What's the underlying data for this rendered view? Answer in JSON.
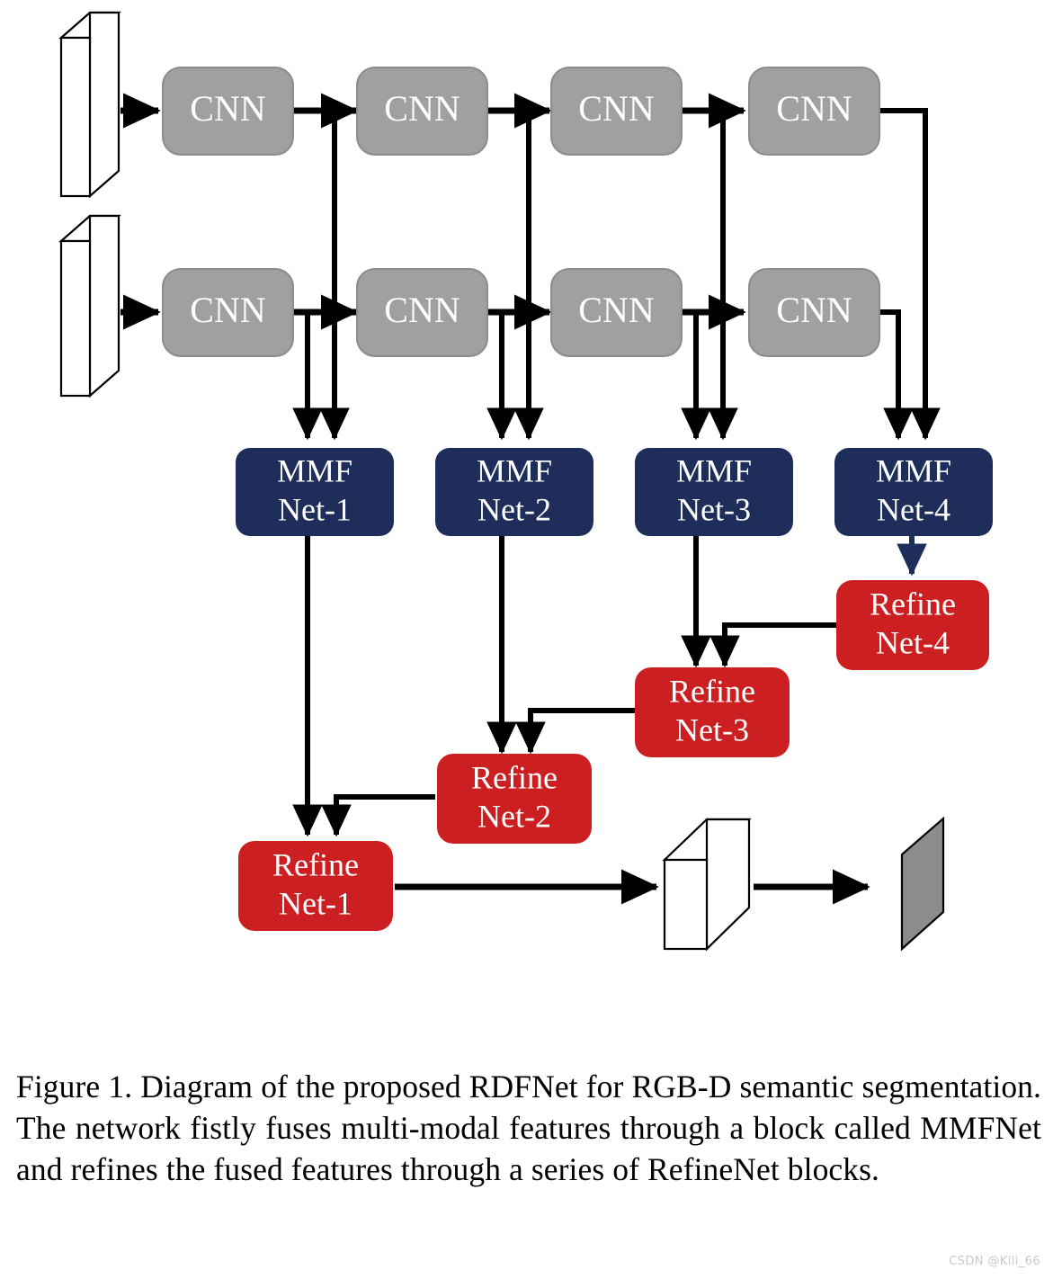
{
  "figure": {
    "caption": "Figure 1. Diagram of the proposed RDFNet for RGB-D semantic segmentation. The network fistly fuses multi-modal features through a block called MMFNet and refines the fused features through a series of RefineNet blocks.",
    "watermark": "CSDN @Kili_66"
  },
  "colors": {
    "cnn_fill": "#a0a0a0",
    "cnn_stroke": "#8c8c8c",
    "mmf_fill": "#1e2d5a",
    "refine_fill": "#cc1f22",
    "arrow_black": "#000000",
    "arrow_navy": "#1e2d5a",
    "output_map_fill": "#8c8c8c",
    "slab_fill": "#ffffff",
    "slab_stroke": "#000000",
    "label_text": "#ffffff",
    "background": "#ffffff"
  },
  "diagram": {
    "type": "block-flow-diagram",
    "inputs": [
      {
        "name": "rgb-input-slab",
        "label": "",
        "shape": "thin-3d-slab",
        "row": "top"
      },
      {
        "name": "depth-input-slab",
        "label": "",
        "shape": "thin-3d-slab",
        "row": "bottom"
      }
    ],
    "cnn_row_top": [
      {
        "label": "CNN"
      },
      {
        "label": "CNN"
      },
      {
        "label": "CNN"
      },
      {
        "label": "CNN"
      }
    ],
    "cnn_row_bottom": [
      {
        "label": "CNN"
      },
      {
        "label": "CNN"
      },
      {
        "label": "CNN"
      },
      {
        "label": "CNN"
      }
    ],
    "mmf_blocks": [
      {
        "line1": "MMF",
        "line2": "Net-1"
      },
      {
        "line1": "MMF",
        "line2": "Net-2"
      },
      {
        "line1": "MMF",
        "line2": "Net-3"
      },
      {
        "line1": "MMF",
        "line2": "Net-4"
      }
    ],
    "refine_blocks": [
      {
        "line1": "Refine",
        "line2": "Net-1"
      },
      {
        "line1": "Refine",
        "line2": "Net-2"
      },
      {
        "line1": "Refine",
        "line2": "Net-3"
      },
      {
        "line1": "Refine",
        "line2": "Net-4"
      }
    ],
    "outputs": [
      {
        "name": "feature-volume",
        "shape": "3d-box",
        "fill": "#ffffff"
      },
      {
        "name": "segmentation-map",
        "shape": "parallelogram",
        "fill": "#8c8c8c"
      }
    ]
  }
}
